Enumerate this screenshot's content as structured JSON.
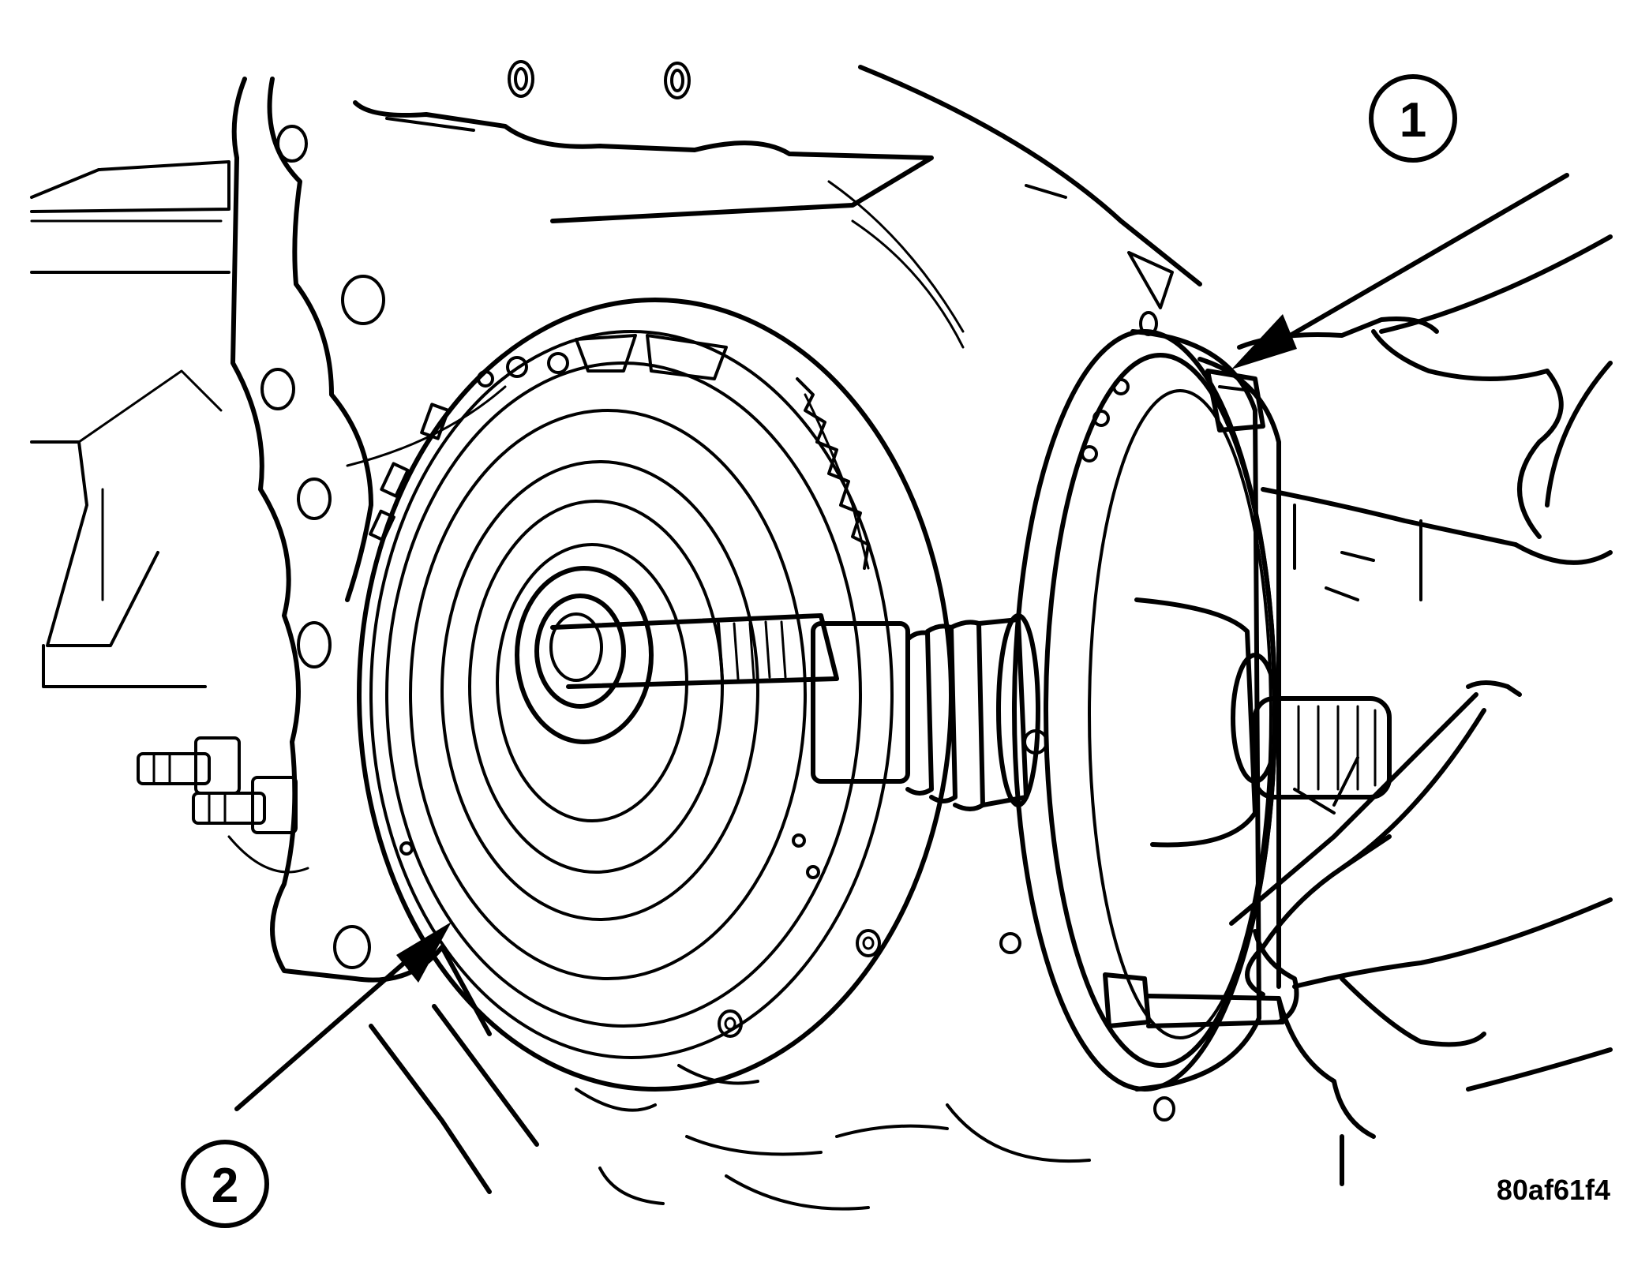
{
  "figure": {
    "id_label": "80af61f4",
    "callouts": [
      {
        "number": "1"
      },
      {
        "number": "2"
      }
    ],
    "colors": {
      "ink": "#000000",
      "paper": "#ffffff"
    }
  }
}
